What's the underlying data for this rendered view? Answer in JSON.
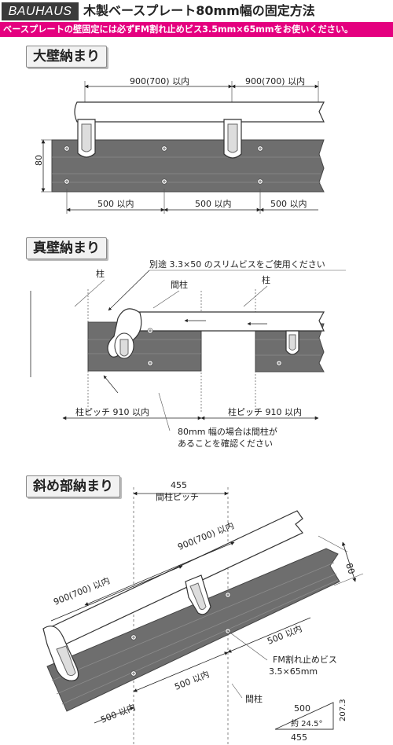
{
  "header": {
    "brand": "BAUHAUS",
    "title": "木製ベースプレート80mm幅の固定方法",
    "notice": "ベースプレートの壁固定には必ずFM割れ止めビス3.5mm×65mmをお使いください。"
  },
  "section1": {
    "title": "大壁納まり",
    "dim_top_left": "900(700) 以内",
    "dim_top_right": "900(700) 以内",
    "dim_height": "80",
    "dim_bottom": [
      "500 以内",
      "500 以内",
      "500 以内"
    ]
  },
  "section2": {
    "title": "真壁納まり",
    "screw_note": "別途 3.3×50 のスリムビスをご使用ください",
    "label_post_left": "柱",
    "label_stud": "間柱",
    "label_post_right": "柱",
    "pitch_left": "柱ピッチ 910 以内",
    "pitch_right": "柱ピッチ 910 以内",
    "note_line1": "80mm 幅の場合は間柱が",
    "note_line2": "あることを確認ください"
  },
  "section3": {
    "title": "斜め部納まり",
    "pitch_value": "455",
    "pitch_label": "間柱ピッチ",
    "dim_upper": "900(700) 以内",
    "dim_left": "900(700) 以内",
    "dim_width": "80",
    "dim_500_right": "500 以内",
    "dim_500_mid": "500 以内",
    "dim_500_left": "500 以内",
    "screw_label1": "FM割れ止めビス",
    "screw_label2": "3.5×65mm",
    "stud_label": "間柱",
    "tri_top": "500",
    "tri_angle": "約 24.5°",
    "tri_side": "207.3",
    "tri_bottom": "455"
  }
}
